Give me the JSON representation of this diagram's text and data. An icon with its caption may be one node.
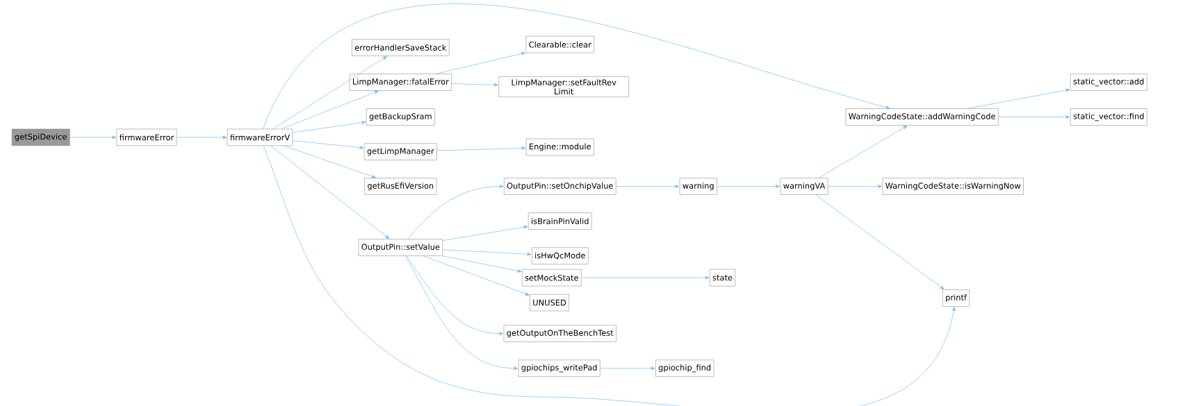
{
  "diagram": {
    "nodes": [
      {
        "text": [
          "getSpiDevice"
        ]
      },
      {
        "text": [
          "firmwareError"
        ]
      },
      {
        "text": [
          "firmwareErrorV"
        ]
      },
      {
        "text": [
          "errorHandlerSaveStack"
        ]
      },
      {
        "text": [
          "LimpManager::fatalError"
        ]
      },
      {
        "text": [
          "getBackupSram"
        ]
      },
      {
        "text": [
          "getLimpManager"
        ]
      },
      {
        "text": [
          "getRusEfiVersion"
        ]
      },
      {
        "text": [
          "OutputPin::setValue"
        ]
      },
      {
        "text": [
          "Clearable::clear"
        ]
      },
      {
        "text": [
          "LimpManager::setFaultRev Limit"
        ]
      },
      {
        "text": [
          "Engine::module"
        ]
      },
      {
        "text": [
          "OutputPin::setOnchipValue"
        ]
      },
      {
        "text": [
          "isBrainPinValid"
        ]
      },
      {
        "text": [
          "isHwQcMode"
        ]
      },
      {
        "text": [
          "setMockState"
        ]
      },
      {
        "text": [
          "UNUSED"
        ]
      },
      {
        "text": [
          "getOutputOnTheBenchTest"
        ]
      },
      {
        "text": [
          "gpiochips_writePad"
        ]
      },
      {
        "text": [
          "warning"
        ]
      },
      {
        "text": [
          "state"
        ]
      },
      {
        "text": [
          "gpiochip_find"
        ]
      },
      {
        "text": [
          "warningVA"
        ]
      },
      {
        "text": [
          "WarningCodeState::addWarningCode"
        ]
      },
      {
        "text": [
          "WarningCodeState::isWarningNow"
        ]
      },
      {
        "text": [
          "printf"
        ]
      },
      {
        "text": [
          "static_vector::add"
        ]
      },
      {
        "text": [
          "static_vector::find"
        ]
      }
    ],
    "edges": [
      {
        "from": 0,
        "to": 1,
        "arrow": "to"
      },
      {
        "from": 1,
        "to": 2,
        "arrow": "to"
      },
      {
        "from": 2,
        "to": 23,
        "arrow": "to"
      },
      {
        "from": 2,
        "to": 3,
        "arrow": "to"
      },
      {
        "from": 2,
        "to": 4,
        "arrow": "to"
      },
      {
        "from": 2,
        "to": 5,
        "arrow": "to"
      },
      {
        "from": 2,
        "to": 6,
        "arrow": "to"
      },
      {
        "from": 2,
        "to": 7,
        "arrow": "to"
      },
      {
        "from": 2,
        "to": 8,
        "arrow": "to"
      },
      {
        "from": 2,
        "to": 25,
        "arrow": "to"
      },
      {
        "from": 4,
        "to": 9,
        "arrow": "to"
      },
      {
        "from": 4,
        "to": 10,
        "arrow": "to"
      },
      {
        "from": 6,
        "to": 11,
        "arrow": "to"
      },
      {
        "from": 8,
        "to": 12,
        "arrow": "to"
      },
      {
        "from": 8,
        "to": 13,
        "arrow": "to"
      },
      {
        "from": 8,
        "to": 14,
        "arrow": "to"
      },
      {
        "from": 8,
        "to": 15,
        "arrow": "to"
      },
      {
        "from": 8,
        "to": 16,
        "arrow": "to"
      },
      {
        "from": 8,
        "to": 17,
        "arrow": "to"
      },
      {
        "from": 8,
        "to": 18,
        "arrow": "to"
      },
      {
        "from": 12,
        "to": 19,
        "arrow": "to"
      },
      {
        "from": 19,
        "to": 22,
        "arrow": "to"
      },
      {
        "from": 22,
        "to": 23,
        "arrow": "to"
      },
      {
        "from": 22,
        "to": 24,
        "arrow": "to"
      },
      {
        "from": 22,
        "to": 25,
        "arrow": "to"
      },
      {
        "from": 15,
        "to": 20,
        "arrow": "to"
      },
      {
        "from": 18,
        "to": 21,
        "arrow": "to"
      },
      {
        "from": 23,
        "to": 26,
        "arrow": "to"
      },
      {
        "from": 23,
        "to": 27,
        "arrow": "to"
      }
    ]
  }
}
